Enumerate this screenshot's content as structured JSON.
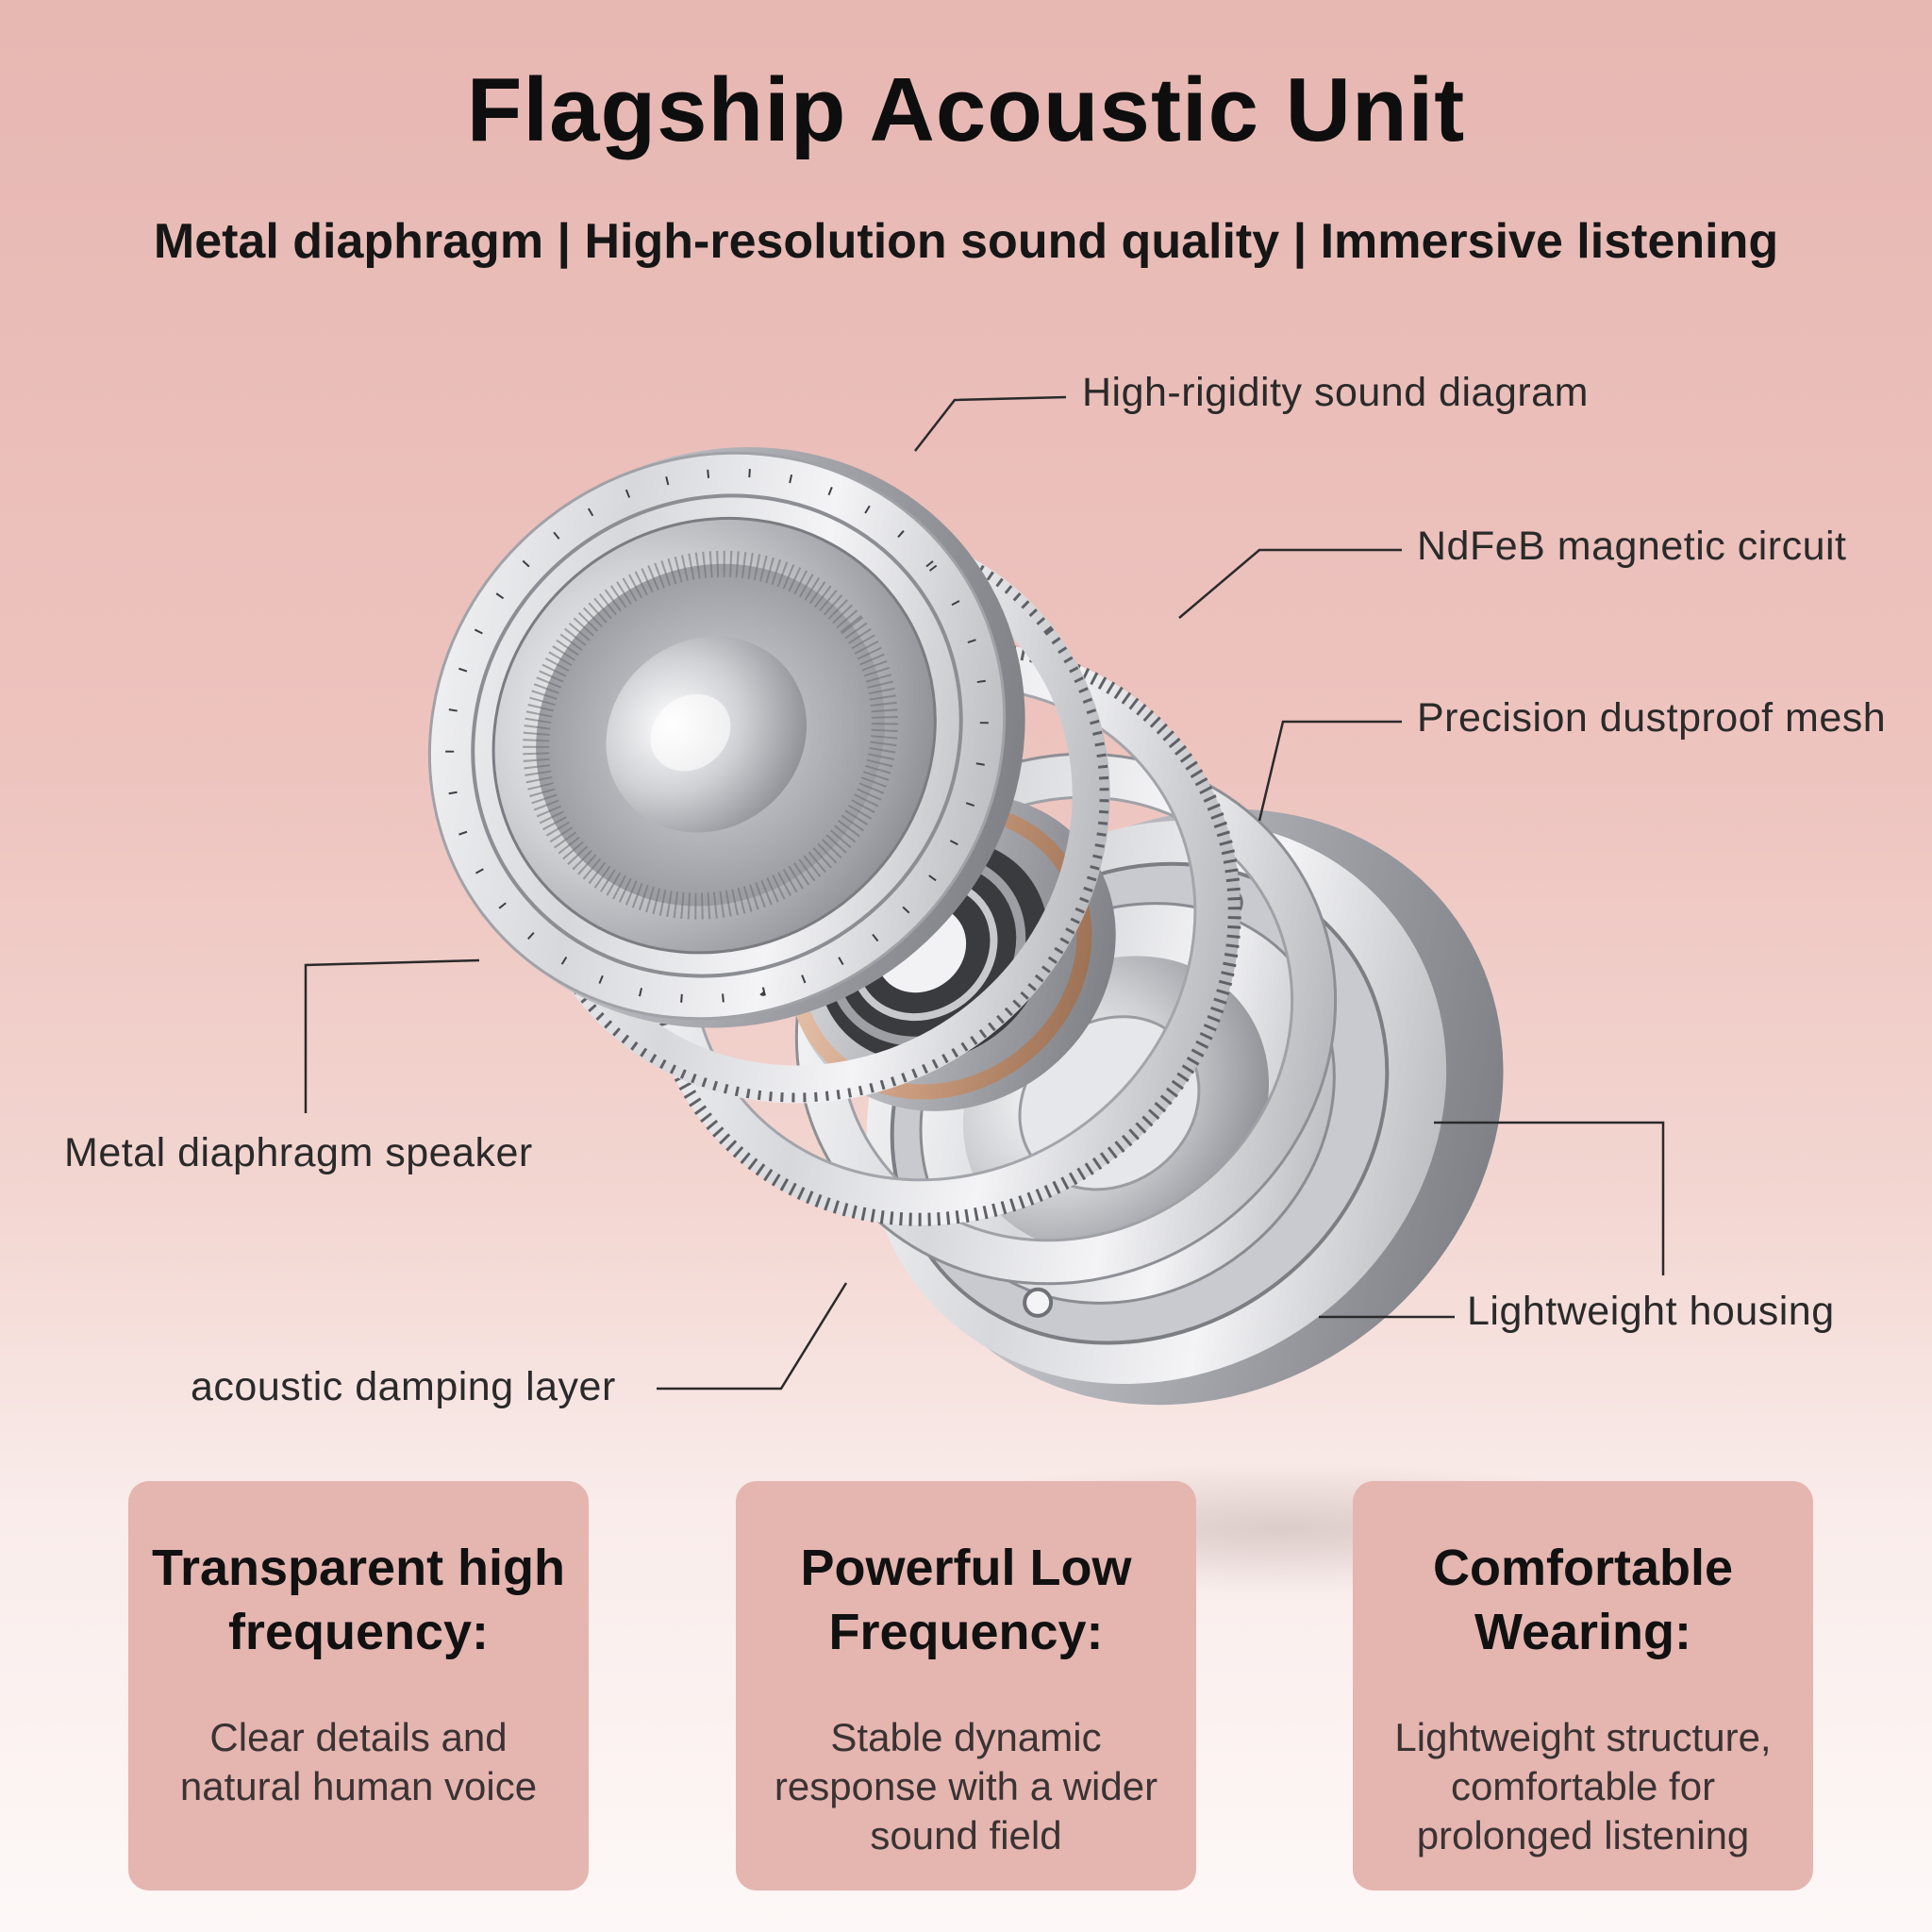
{
  "header": {
    "title": "Flagship Acoustic Unit",
    "subtitle": "Metal diaphragm | High-resolution sound quality | Immersive listening"
  },
  "callouts": {
    "diaphragm": "High-rigidity sound diagram",
    "magnetic": "NdFeB magnetic circuit",
    "mesh": "Precision dustproof mesh",
    "speaker": "Metal diaphragm speaker",
    "housing": "Lightweight housing",
    "damping": "acoustic damping layer"
  },
  "features": [
    {
      "title": "Transparent high frequency:",
      "description": "Clear details and natural human voice"
    },
    {
      "title": "Powerful Low Frequency:",
      "description": "Stable dynamic response with a wider sound field"
    },
    {
      "title": "Comfortable Wearing:",
      "description": "Lightweight structure, comfortable for prolonged listening"
    }
  ],
  "colors": {
    "background_top": "#e7b7b2",
    "background_bottom": "#fdf8f7",
    "card": "#e5b5b0",
    "text": "#111111",
    "metal": "#d9dadd",
    "copper": "#c99a7c"
  }
}
